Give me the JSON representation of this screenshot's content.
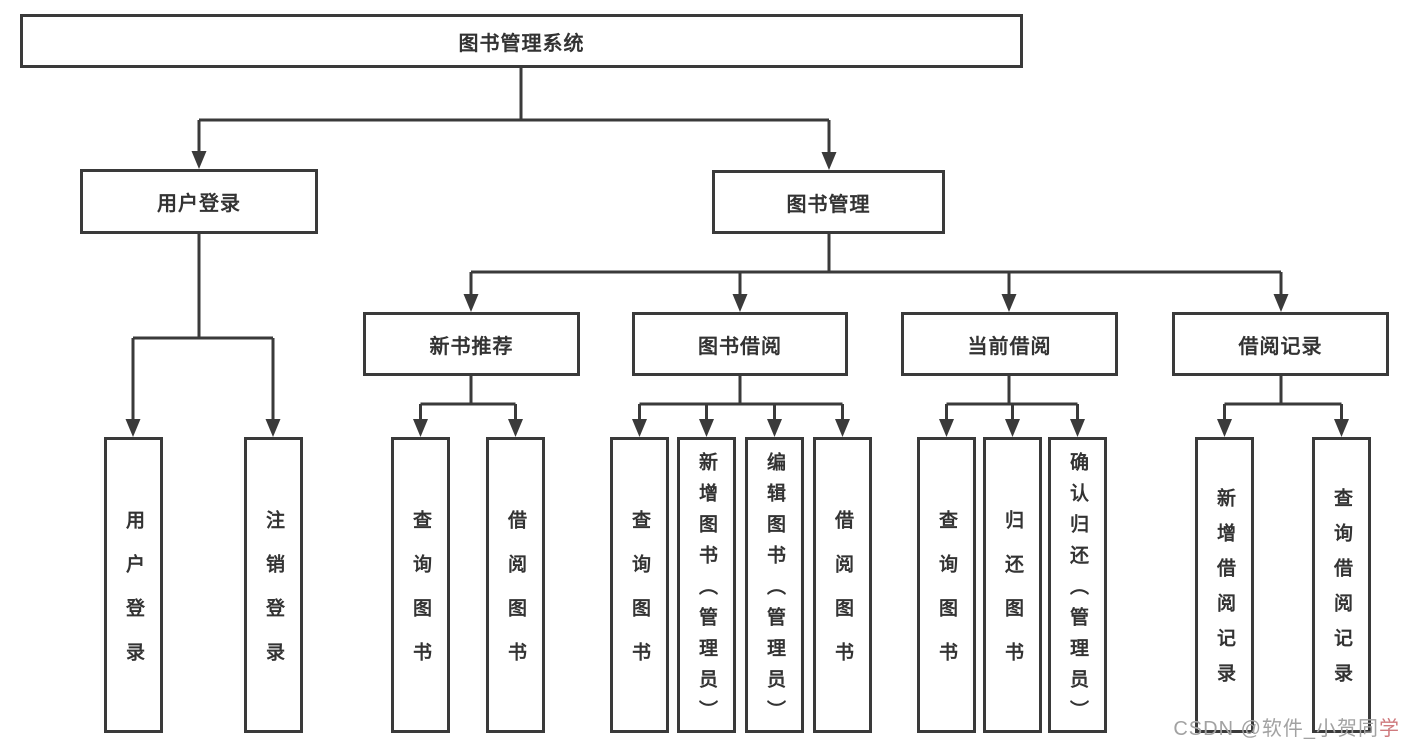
{
  "diagram": {
    "root": {
      "label": "图书管理系统"
    },
    "login": {
      "label": "用户登录",
      "children": [
        "用户登录",
        "注销登录"
      ]
    },
    "manage": {
      "label": "图书管理",
      "groups": [
        {
          "label": "新书推荐",
          "children": [
            "查询图书",
            "借阅图书"
          ]
        },
        {
          "label": "图书借阅",
          "children": [
            "查询图书",
            "新增图书（管理员）",
            "编辑图书（管理员）",
            "借阅图书"
          ]
        },
        {
          "label": "当前借阅",
          "children": [
            "查询图书",
            "归还图书",
            "确认归还（管理员）"
          ]
        },
        {
          "label": "借阅记录",
          "children": [
            "新增借阅记录",
            "查询借阅记录"
          ]
        }
      ]
    }
  },
  "watermark": {
    "prefix": "CSDN @软件_小贺同",
    "accent": "学"
  },
  "colors": {
    "line": "#3a3a3a",
    "box_border": "#3a3a3a",
    "text": "#333333",
    "watermark_gray": "#a2a2a2",
    "watermark_accent": "#cf7a7e",
    "background": "#ffffff"
  }
}
